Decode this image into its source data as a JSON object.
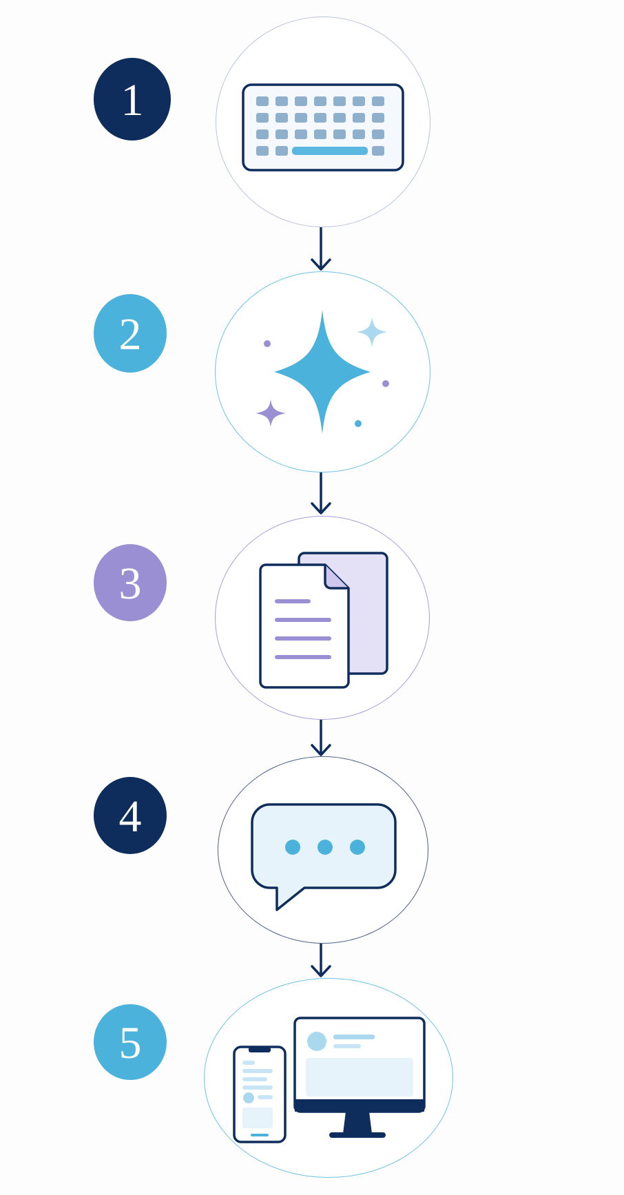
{
  "colors": {
    "navy": "#0e2c5c",
    "sky": "#4bb2dc",
    "lavender": "#9b8fd3",
    "light_blue": "#e6f3fb",
    "light_lavender": "#e4e0f5",
    "key_blue": "#8fb0cc"
  },
  "steps": [
    {
      "number": "1",
      "badge_color": "#0e2c5c",
      "ring_color": "#b8c4dc",
      "icon": "keyboard-icon"
    },
    {
      "number": "2",
      "badge_color": "#4bb2dc",
      "ring_color": "#6cc3e3",
      "icon": "sparkle-icon"
    },
    {
      "number": "3",
      "badge_color": "#9b8fd3",
      "ring_color": "#a99ed8",
      "icon": "documents-icon"
    },
    {
      "number": "4",
      "badge_color": "#0e2c5c",
      "ring_color": "#4c5f86",
      "icon": "chat-bubble-icon"
    },
    {
      "number": "5",
      "badge_color": "#4bb2dc",
      "ring_color": "#6cc3e3",
      "icon": "devices-icon"
    }
  ]
}
